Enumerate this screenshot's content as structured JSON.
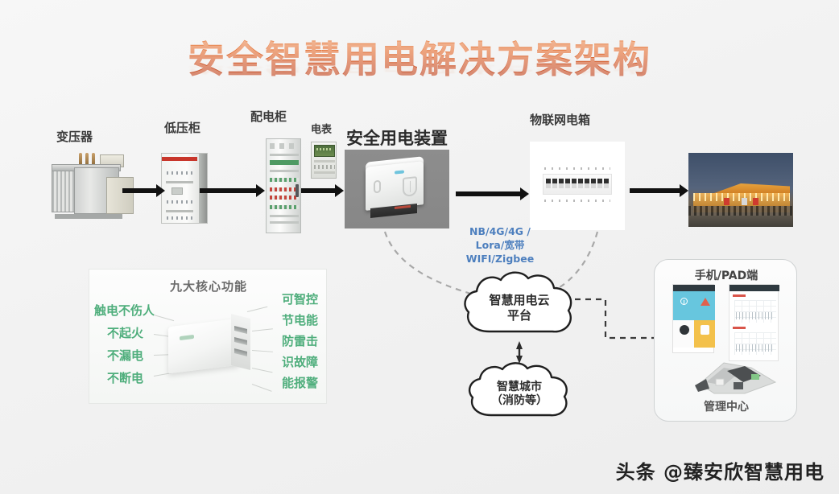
{
  "title": {
    "main": "安全智慧用电解决方案架构"
  },
  "chain": {
    "transformer_label": "变压器",
    "lv_cabinet_label": "低压柜",
    "dist_cabinet_label": "配电柜",
    "meter_label": "电表",
    "safety_device_label": "安全用电装置",
    "iot_box_label": "物联网电箱"
  },
  "network": {
    "line1": "NB/4G/4G /",
    "line2": "Lora/宽带",
    "line3": "WIFI/Zigbee",
    "color": "#4d7fbe"
  },
  "clouds": [
    {
      "name": "cloud-platform",
      "line1": "智慧用电云",
      "line2": "平台"
    },
    {
      "name": "cloud-smart-city",
      "line1": "智慧城市",
      "line2": "（消防等）"
    }
  ],
  "features": {
    "title": "九大核心功能",
    "color": "#4fae7c",
    "left": [
      "触电不伤人",
      "不起火",
      "不漏电",
      "不断电"
    ],
    "right": [
      "可智控",
      "节电能",
      "防雷击",
      "识故障",
      "能报警"
    ]
  },
  "mobile_panel": {
    "title": "手机/PAD端",
    "footer": "管理中心"
  },
  "watermark": {
    "text": "头条 @臻安欣智慧用电"
  }
}
